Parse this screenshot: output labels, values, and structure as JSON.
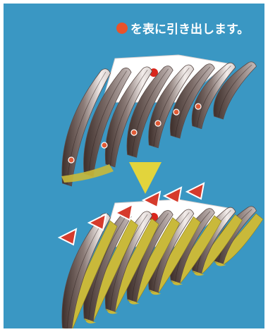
{
  "caption": {
    "text": "を表に引き出します。",
    "marker_color": "#e8532a"
  },
  "colors": {
    "background": "#3a97c3",
    "white_panel": "#ffffff",
    "dot_red": "#d9261c",
    "arrow_yellow": "#e2d43c",
    "feather_dark": "#4a3a36",
    "feather_light": "#efe8e6",
    "feather_yellow": "#c9b93a",
    "chevron_red": "#d63b2c"
  },
  "illustration": {
    "top": "wing-with-dots",
    "transition": "down-arrow",
    "bottom": "wing-with-left-chevrons"
  }
}
